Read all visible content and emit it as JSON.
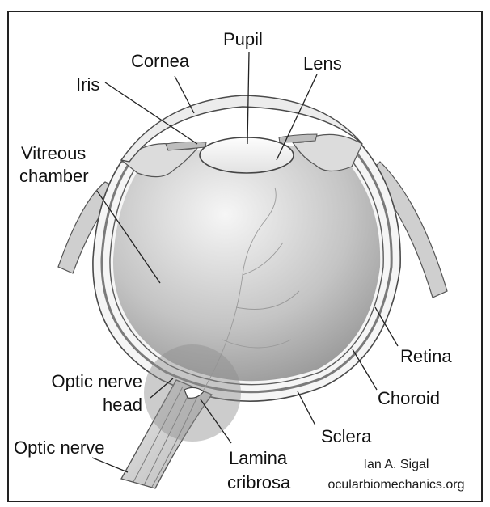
{
  "diagram": {
    "labels": {
      "pupil": "Pupil",
      "cornea": "Cornea",
      "lens": "Lens",
      "iris": "Iris",
      "vitreous_chamber": [
        "Vitreous",
        "chamber"
      ],
      "retina": "Retina",
      "choroid": "Choroid",
      "optic_nerve_head": [
        "Optic nerve",
        "head"
      ],
      "sclera": "Sclera",
      "optic_nerve": "Optic nerve",
      "lamina_cribrosa": [
        "Lamina",
        "cribrosa"
      ]
    },
    "credit": {
      "author": "Ian A. Sigal",
      "website": "ocularbiomechanics.org"
    },
    "colors": {
      "border": "#222222",
      "outline": "#4a4a4a",
      "leader": "#222222",
      "vitreous_light": "#f4f4f4",
      "vitreous_dark": "#8c8c8c",
      "optic_disc_highlight": "#a8a8a8"
    }
  }
}
